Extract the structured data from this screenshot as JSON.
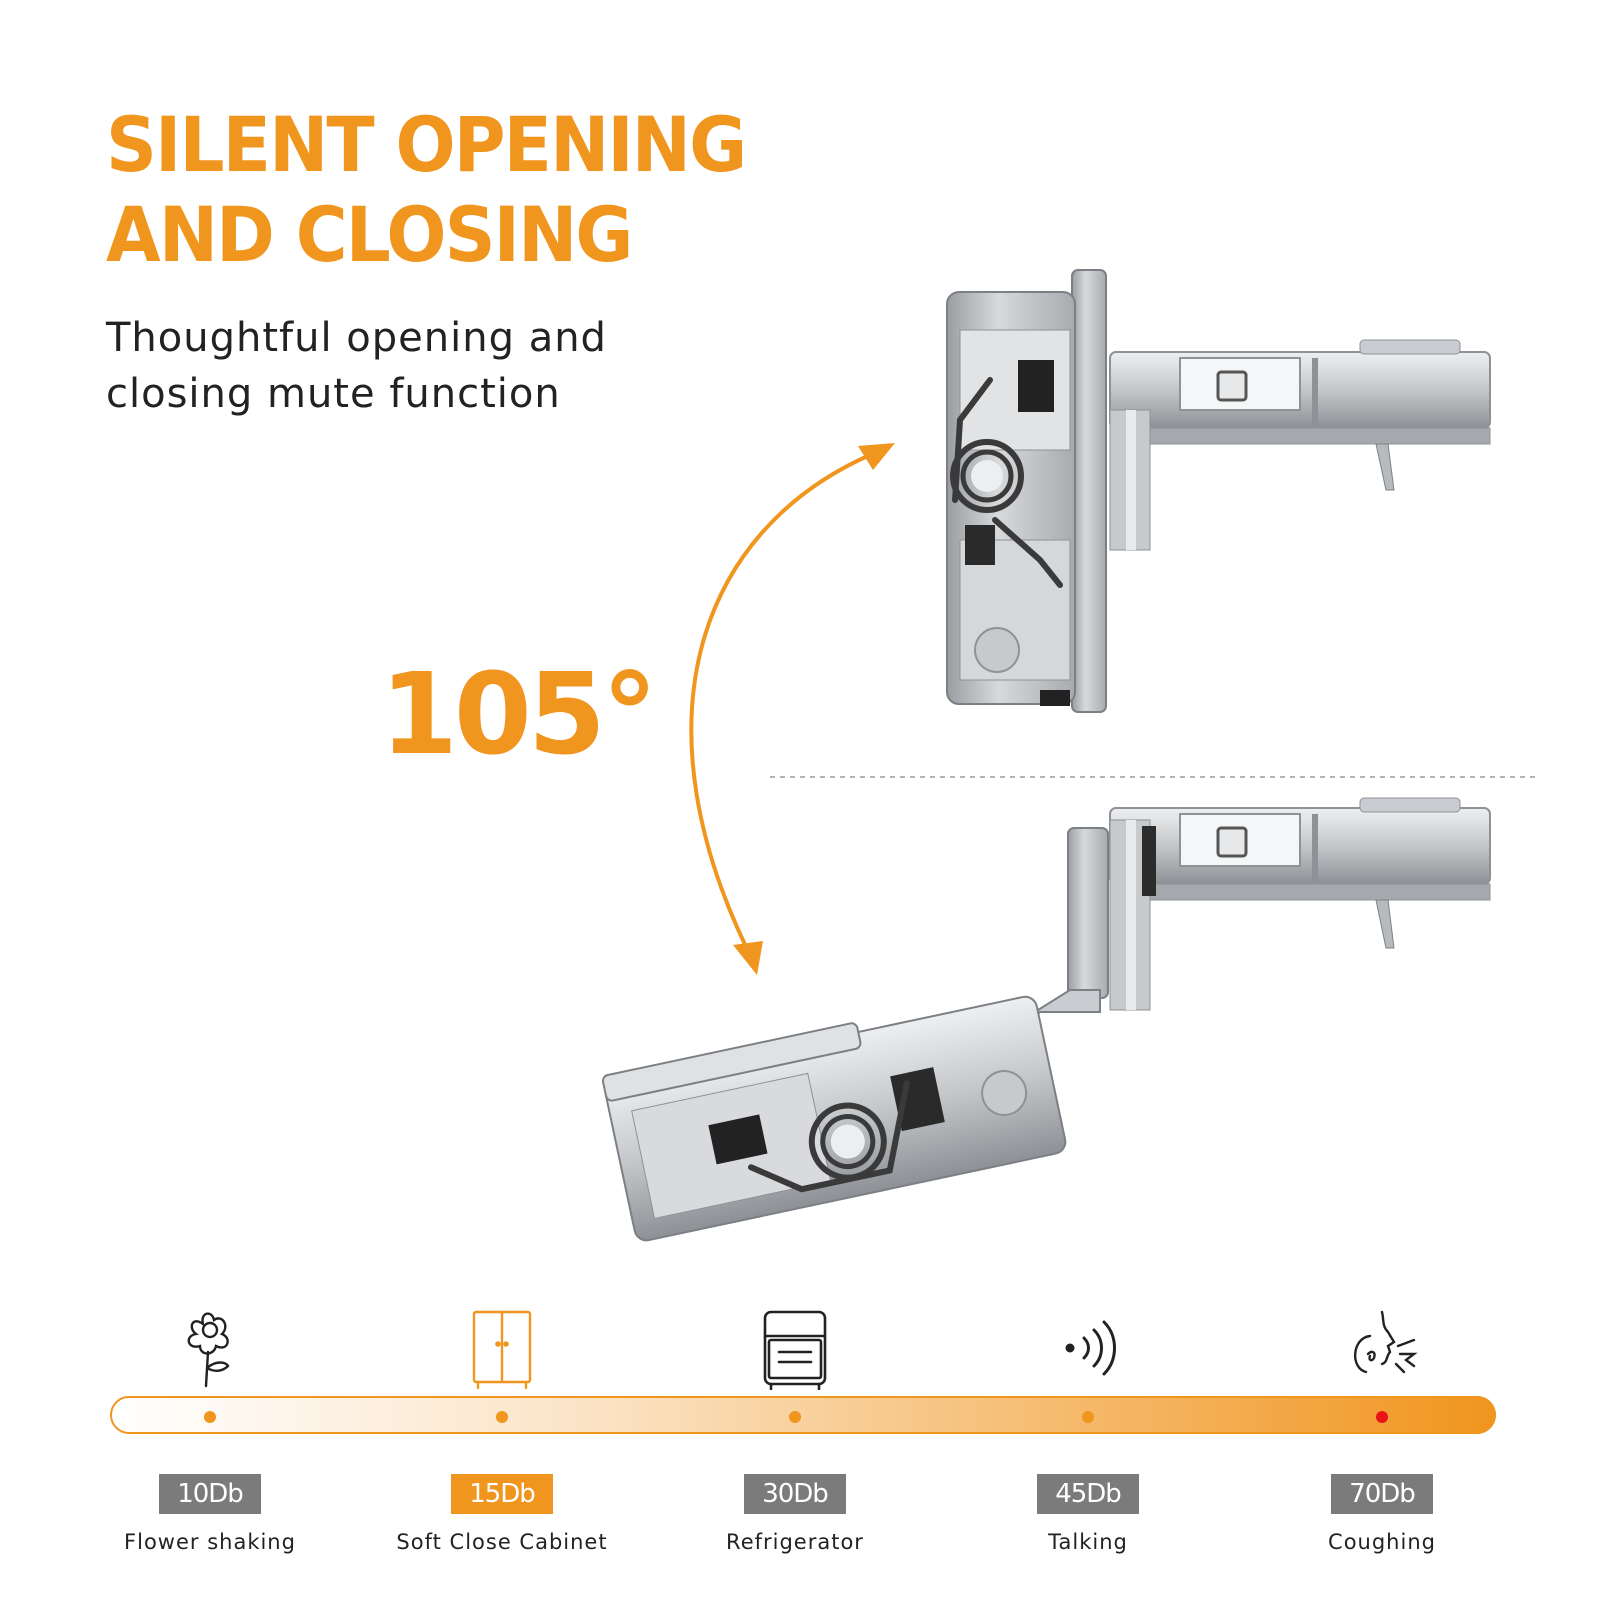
{
  "headline": {
    "line1": "SILENT OPENING",
    "line2": "AND CLOSING"
  },
  "subtitle": {
    "line1": "Thoughtful opening and",
    "line2": "closing mute function"
  },
  "angle": "105°",
  "colors": {
    "accent": "#f0951e",
    "badge_gray": "#7b7b7b",
    "marker_red": "#e8141a",
    "metal": "#b9bcbf"
  },
  "scale": [
    {
      "db": "10Db",
      "label": "Flower shaking",
      "icon": "flower-icon",
      "highlight": false
    },
    {
      "db": "15Db",
      "label": "Soft Close Cabinet",
      "icon": "cabinet-icon",
      "highlight": true
    },
    {
      "db": "30Db",
      "label": "Refrigerator",
      "icon": "refrigerator-icon",
      "highlight": false
    },
    {
      "db": "45Db",
      "label": "Talking",
      "icon": "talking-icon",
      "highlight": false
    },
    {
      "db": "70Db",
      "label": "Coughing",
      "icon": "coughing-icon",
      "highlight": false
    }
  ]
}
